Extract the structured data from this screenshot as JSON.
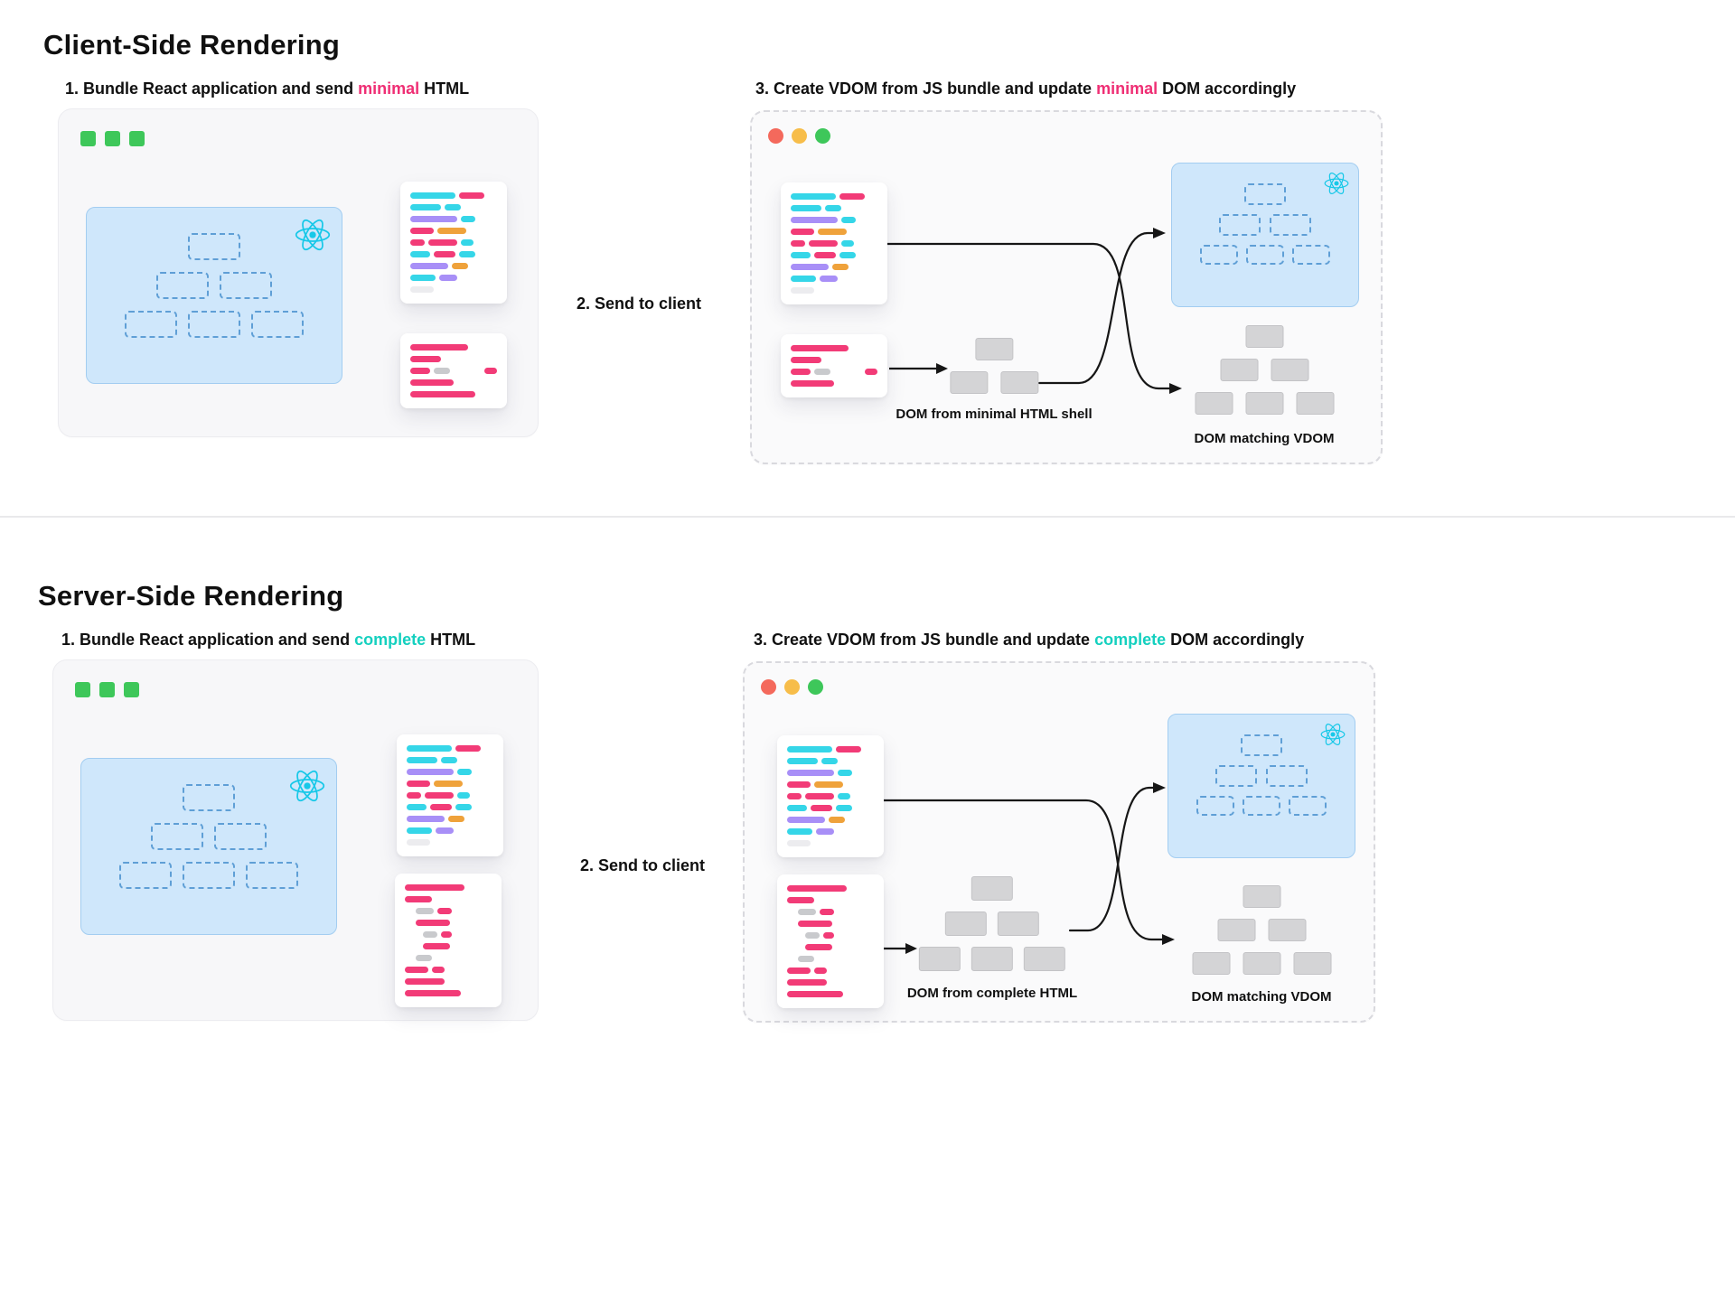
{
  "colors": {
    "csr_highlight": "#EF2E74",
    "ssr_highlight": "#14D0BF",
    "react_cyan": "#17C8E8",
    "component_panel_blue": "#CFE7FB",
    "code_pink": "#F23B77",
    "code_cyan": "#35D6E8",
    "code_purple": "#A88FF7",
    "code_orange": "#EFA23B",
    "dom_node_gray": "#D4D4D6",
    "window_square_green": "#3EC75A",
    "traffic_red": "#F4695C",
    "traffic_yellow": "#F7BD4A",
    "traffic_green": "#3EC75A"
  },
  "icons": {
    "react": "react-logo-icon",
    "window_squares": "window-square-icon",
    "traffic_lights": [
      "traffic-light-red-icon",
      "traffic-light-yellow-icon",
      "traffic-light-green-icon"
    ]
  },
  "csr": {
    "title": "Client-Side Rendering",
    "step1": {
      "prefix": "1. Bundle React application and send ",
      "highlight": "minimal",
      "suffix": " HTML"
    },
    "step2_label": "2. Send to client",
    "step3": {
      "prefix": "3. Create VDOM from JS bundle and update ",
      "highlight": "minimal",
      "suffix": " DOM accordingly"
    },
    "dom_shell_label": "DOM from minimal HTML shell",
    "dom_match_label": "DOM matching VDOM"
  },
  "ssr": {
    "title": "Server-Side Rendering",
    "step1": {
      "prefix": "1. Bundle React application and send ",
      "highlight": "complete",
      "suffix": " HTML"
    },
    "step2_label": "2. Send to client",
    "step3": {
      "prefix": "3. Create VDOM from JS bundle and update ",
      "highlight": "complete",
      "suffix": " DOM accordingly"
    },
    "dom_shell_label": "DOM from complete HTML",
    "dom_match_label": "DOM matching VDOM"
  }
}
